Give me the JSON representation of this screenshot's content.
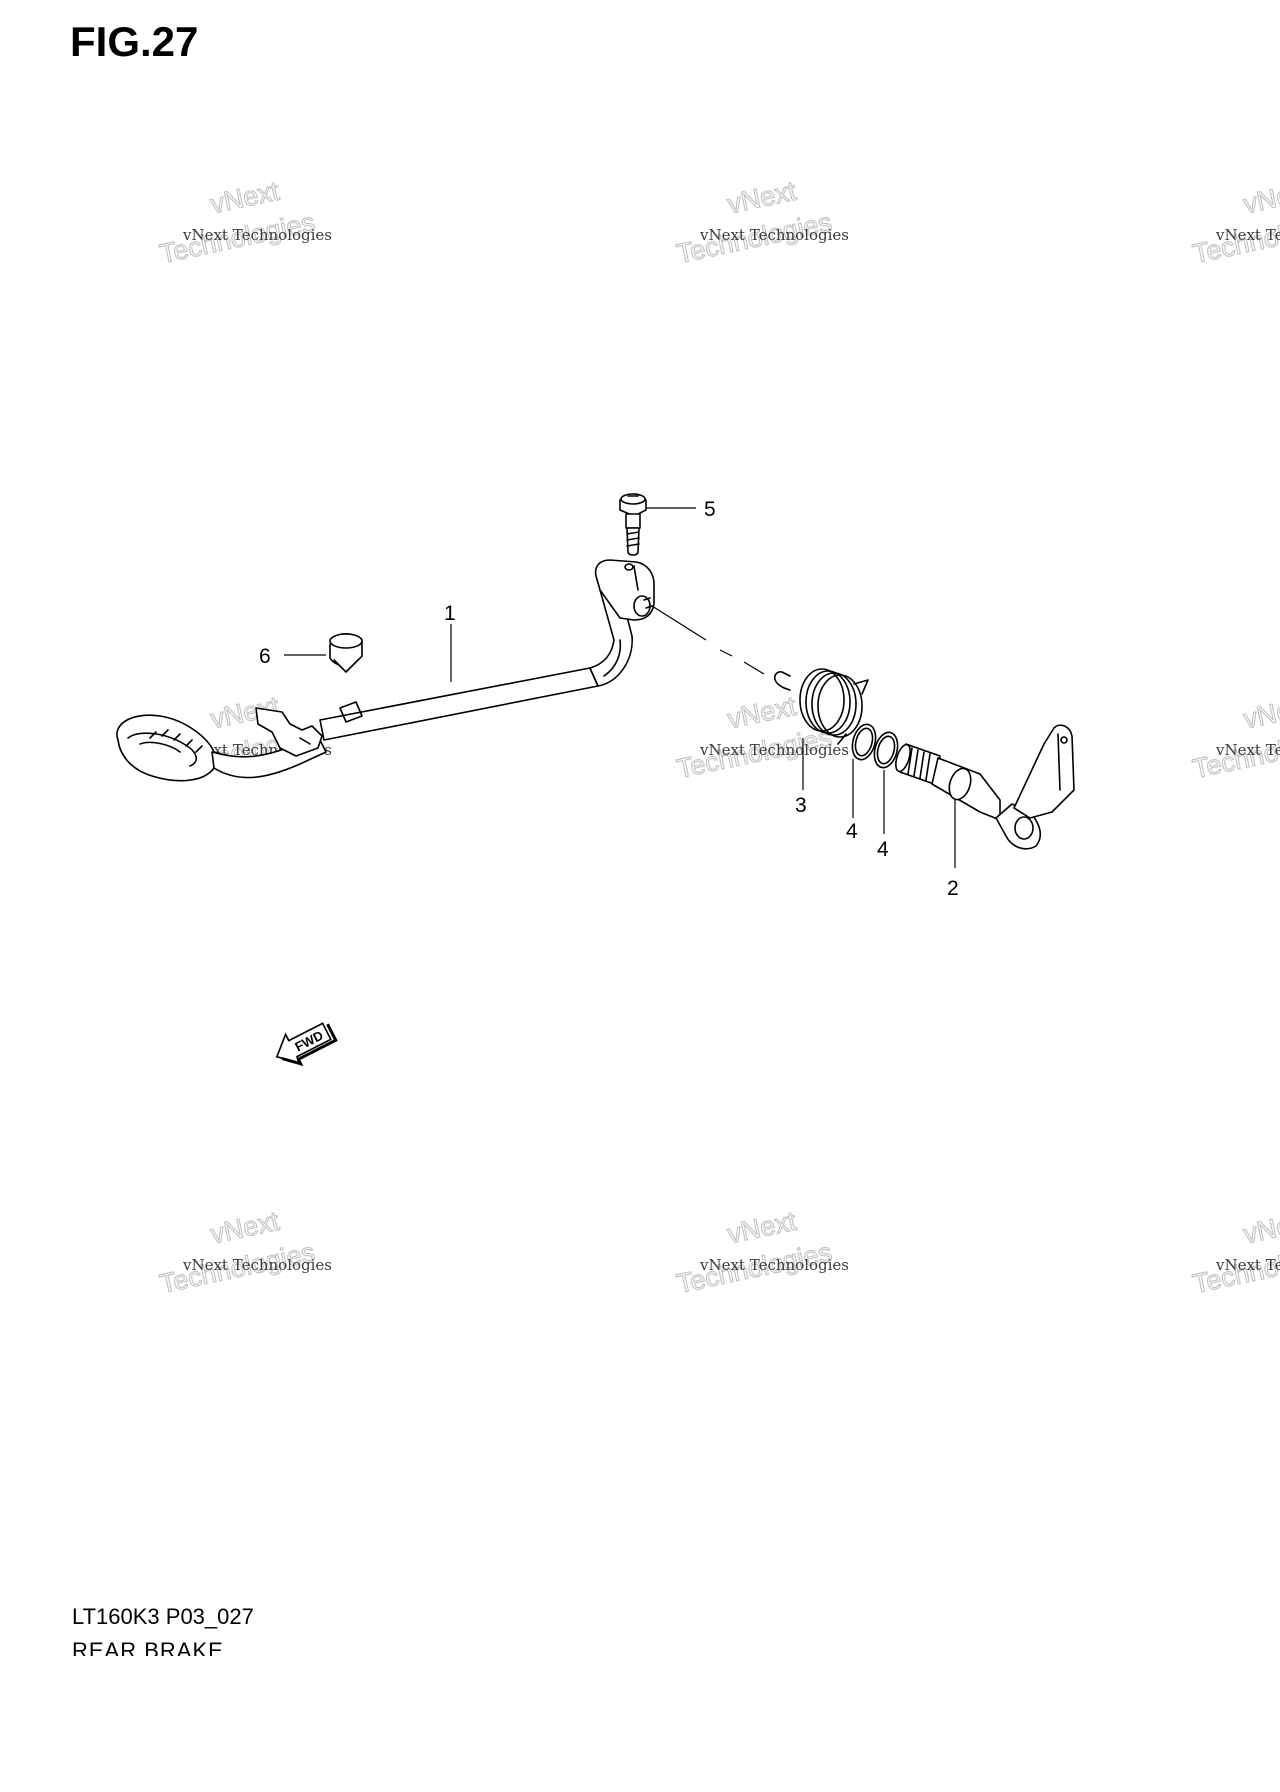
{
  "figure": {
    "title": "FIG.27",
    "model_code": "LT160K3 P03_027",
    "section_name": "REAR BRAKE"
  },
  "callouts": [
    {
      "number": "1",
      "part": "brake-pedal"
    },
    {
      "number": "2",
      "part": "brake-cam-shaft"
    },
    {
      "number": "3",
      "part": "return-spring"
    },
    {
      "number": "4",
      "part": "o-ring"
    },
    {
      "number": "4",
      "part": "o-ring"
    },
    {
      "number": "5",
      "part": "bolt"
    },
    {
      "number": "6",
      "part": "cap"
    }
  ],
  "fwd_arrow": {
    "label": "FWD"
  },
  "watermark": {
    "line_small": "vNext Technologies",
    "line_big_1": "vNext",
    "line_big_2": "Technologies"
  }
}
